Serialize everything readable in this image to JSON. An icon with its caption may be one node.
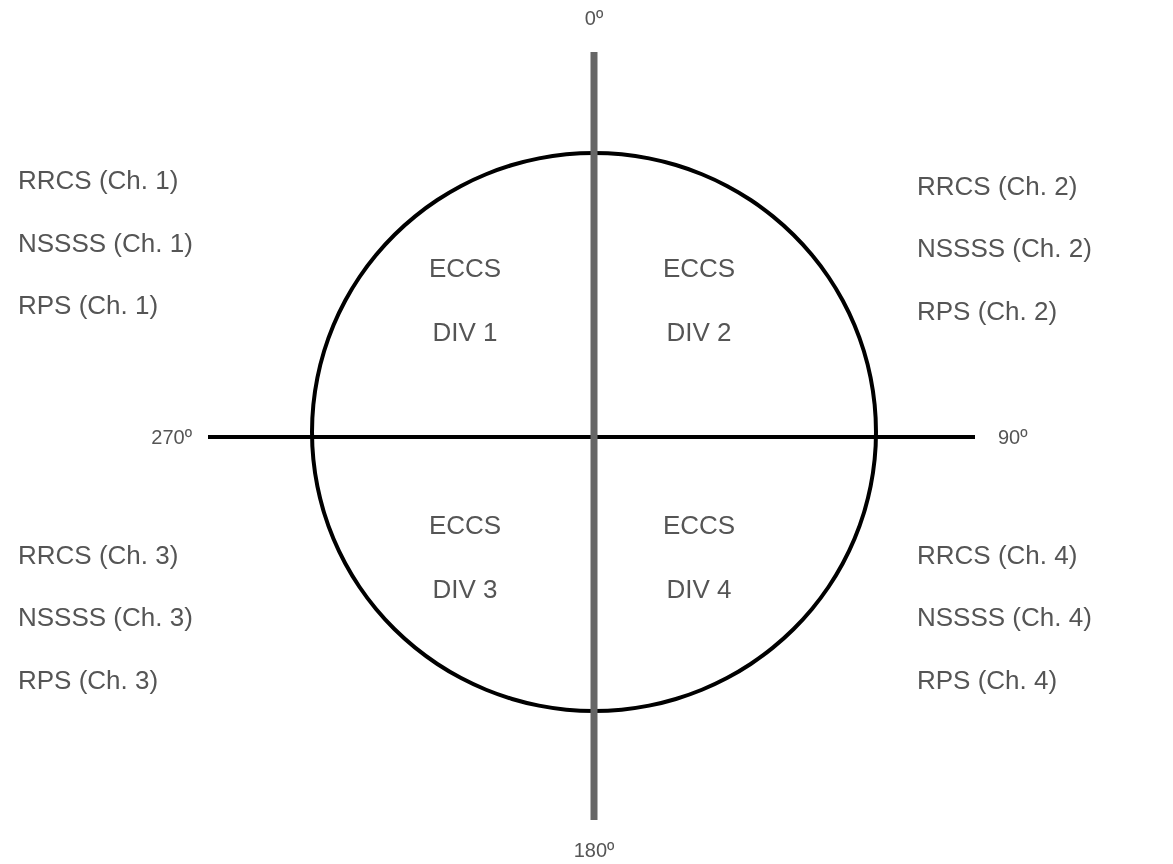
{
  "diagram": {
    "nodes": [
      {
        "text": [
          "ECCS DIV 1",
          "ECCS DIV 2",
          "ECCS DIV 3",
          "ECCS DIV 4"
        ]
      }
    ],
    "edges": [],
    "labels": [
      "0º",
      "RRCS (Ch. 1)",
      "RRCS (Ch. 2)",
      "NSSSS (Ch. 1)",
      "NSSSS (Ch. 2)",
      "RPS (Ch. 1)",
      "RPS (Ch. 2)",
      "270º",
      "90º",
      "RRCS (Ch. 3)",
      "RRCS (Ch. 4)",
      "NSSSS (Ch. 3)",
      "NSSSS (Ch. 4)",
      "RPS (Ch. 3)",
      "RPS (Ch. 4)",
      "180º"
    ]
  }
}
